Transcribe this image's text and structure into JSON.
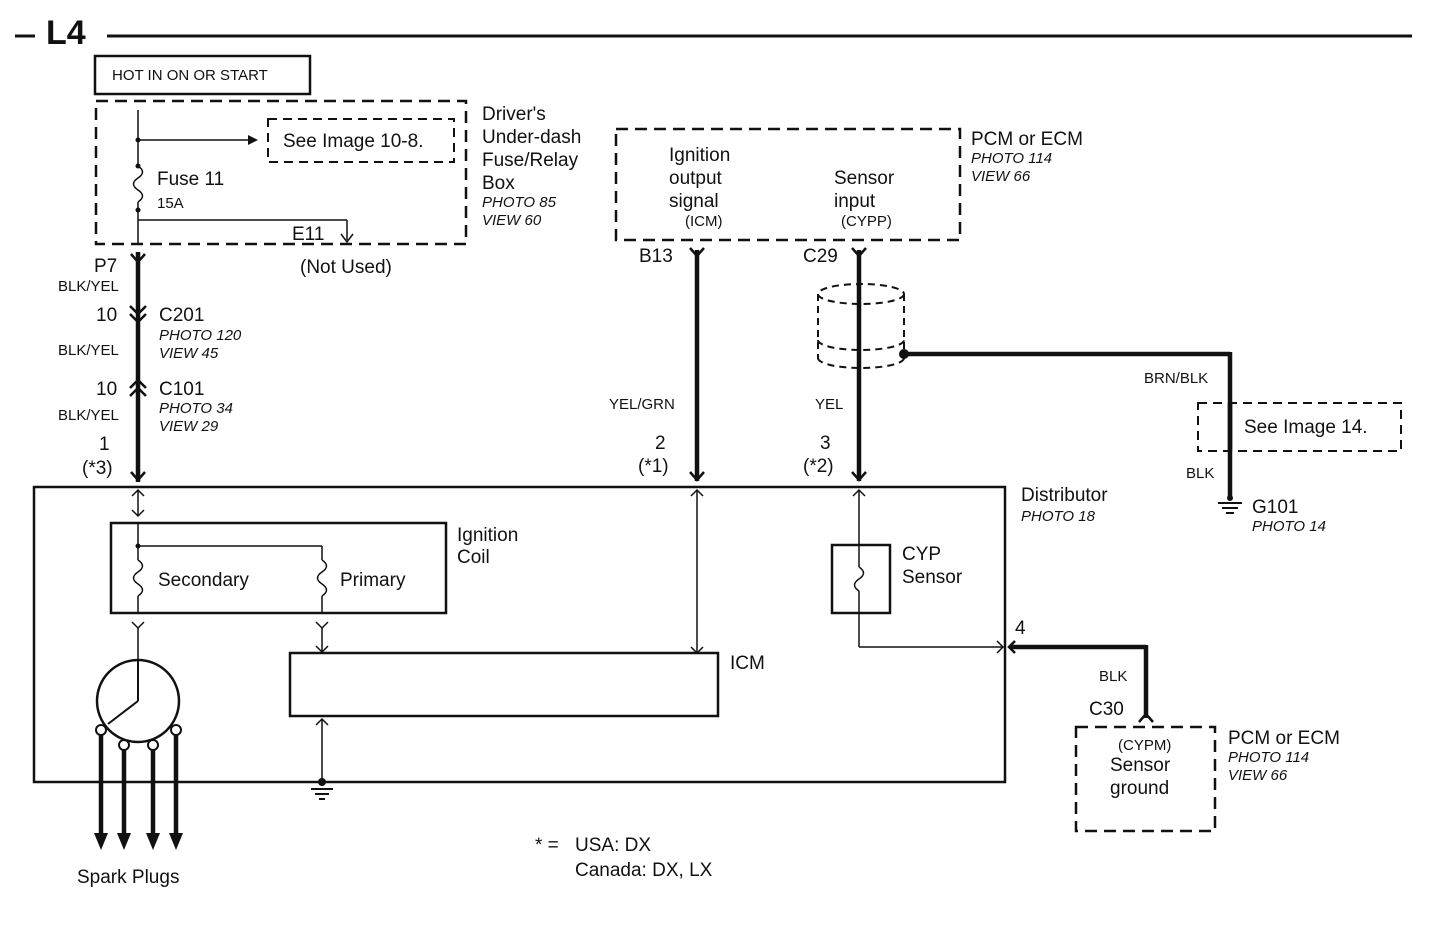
{
  "header": {
    "page_id": "L4"
  },
  "power": {
    "hot_label": "HOT IN ON OR START"
  },
  "fuse_box": {
    "name_lines": [
      "Driver's",
      "Under-dash",
      "Fuse/Relay",
      "Box"
    ],
    "photo": "PHOTO 85",
    "view": "VIEW 60",
    "see_image": "See Image 10-8.",
    "fuse_name": "Fuse 11",
    "fuse_rating": "15A",
    "terminal_e11": "E11",
    "not_used": "(Not Used)",
    "connector_p7": "P7"
  },
  "harness_left": {
    "wire_color_1": "BLK/YEL",
    "wire_color_2": "BLK/YEL",
    "wire_color_3": "BLK/YEL",
    "c201_pin": "10",
    "c201_name": "C201",
    "c201_photo": "PHOTO 120",
    "c201_view": "VIEW 45",
    "c101_pin": "10",
    "c101_name": "C101",
    "c101_photo": "PHOTO 34",
    "c101_view": "VIEW 29",
    "dist_pin_1": "1",
    "dist_pin_1_note": "(*3)"
  },
  "pcm_top": {
    "name": "PCM or ECM",
    "photo": "PHOTO 114",
    "view": "VIEW 66",
    "ign_lines": [
      "Ignition",
      "output",
      "signal"
    ],
    "ign_tag": "(ICM)",
    "sensor_lines": [
      "Sensor",
      "input"
    ],
    "sensor_tag": "(CYPP)",
    "pin_b13": "B13",
    "pin_c29": "C29"
  },
  "wires_mid": {
    "yel_grn": "YEL/GRN",
    "yel": "YEL",
    "dist_pin_2": "2",
    "dist_pin_2_note": "(*1)",
    "dist_pin_3": "3",
    "dist_pin_3_note": "(*2)"
  },
  "shield_ground": {
    "brn_blk": "BRN/BLK",
    "see_image": "See Image 14.",
    "blk": "BLK",
    "ground_name": "G101",
    "ground_photo": "PHOTO 14"
  },
  "distributor": {
    "name": "Distributor",
    "photo": "PHOTO 18",
    "coil_lines": [
      "Ignition",
      "Coil"
    ],
    "secondary": "Secondary",
    "primary": "Primary",
    "icm": "ICM",
    "cyp_lines": [
      "CYP",
      "Sensor"
    ],
    "pin_4": "4",
    "spark_plugs": "Spark Plugs"
  },
  "pcm_bottom": {
    "wire_color": "BLK",
    "pin_c30": "C30",
    "name": "PCM or ECM",
    "photo": "PHOTO 114",
    "view": "VIEW 66",
    "tag": "(CYPM)",
    "lines": [
      "Sensor",
      "ground"
    ]
  },
  "legend": {
    "star_eq": "* =",
    "usa": "USA: DX",
    "canada": "Canada: DX, LX"
  }
}
